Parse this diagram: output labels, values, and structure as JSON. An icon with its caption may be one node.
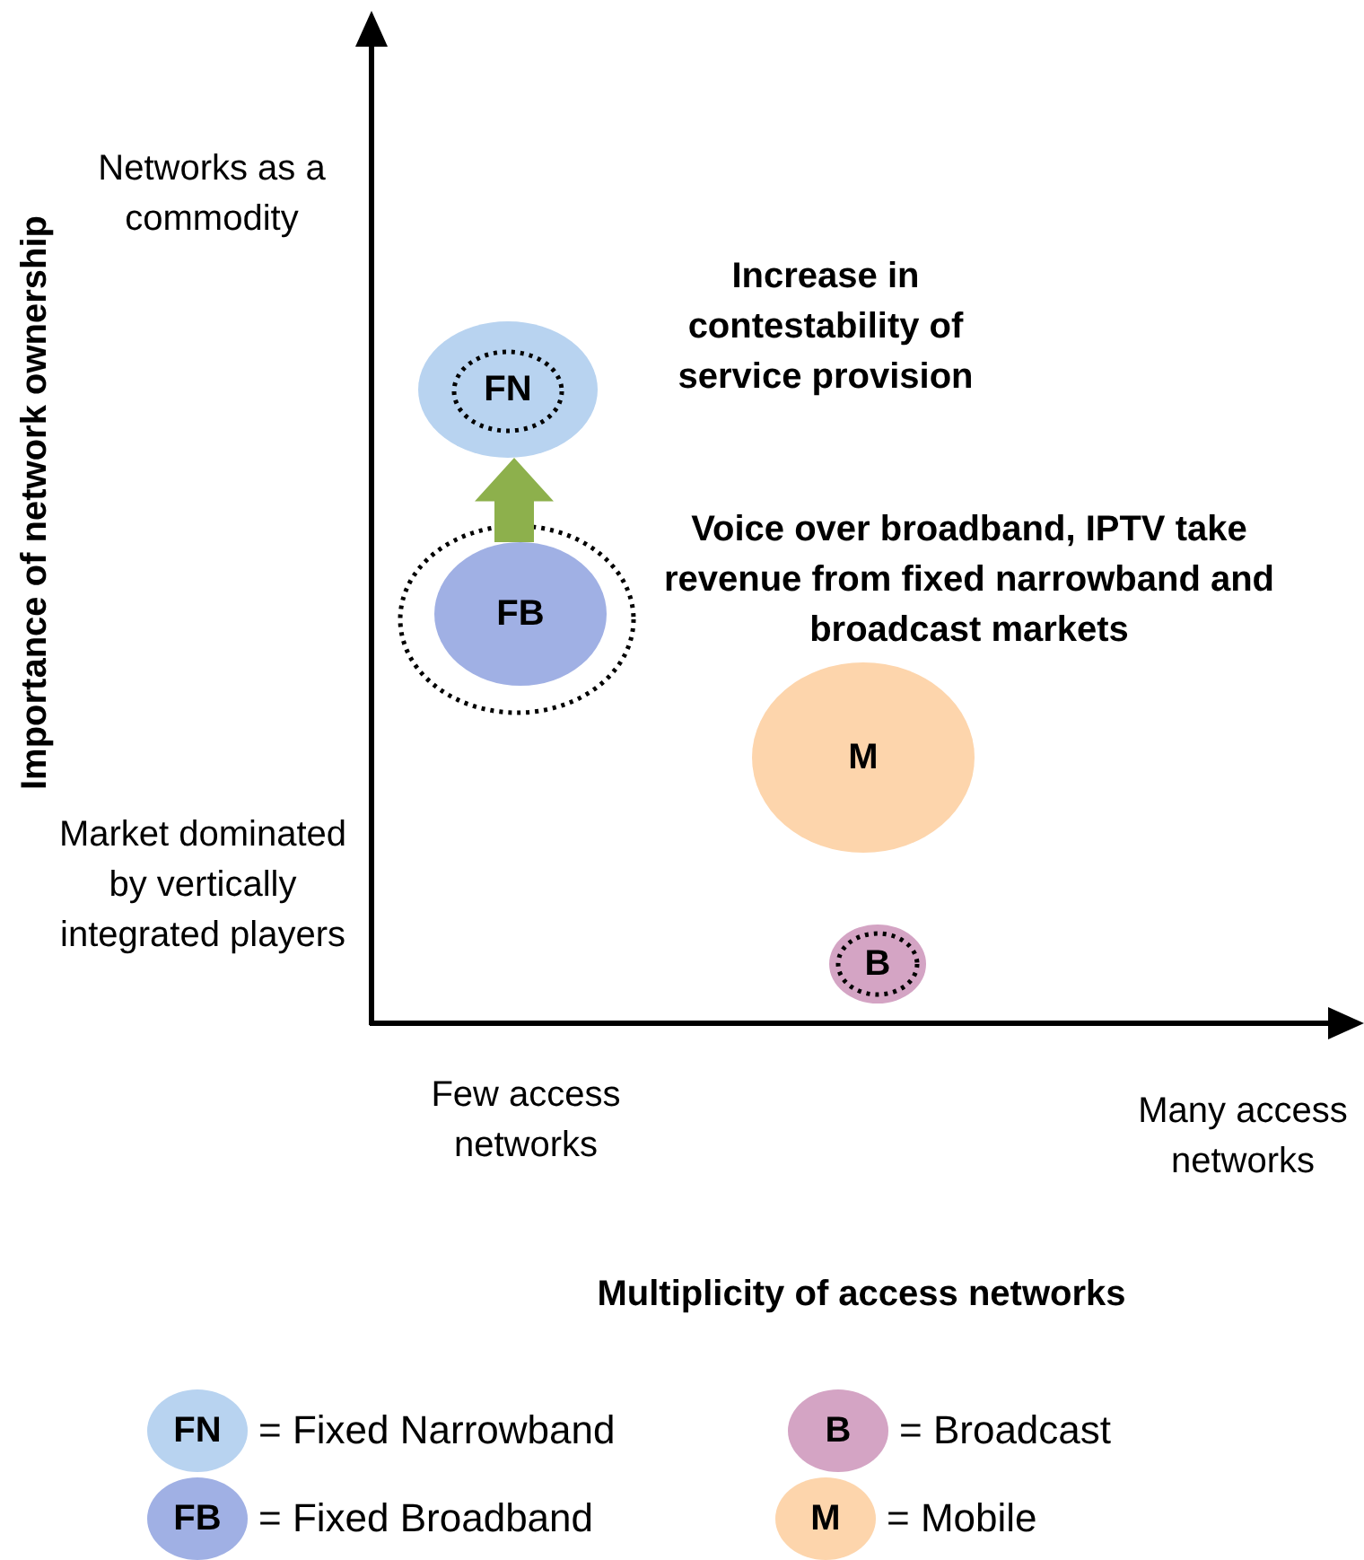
{
  "diagram": {
    "nodes": [
      {
        "text": [
          "FN"
        ]
      },
      {
        "text": [
          "FB"
        ]
      },
      {
        "text": [
          "M"
        ]
      },
      {
        "text": [
          "B"
        ]
      }
    ],
    "edges": [
      {
        "from": 1,
        "to": 0,
        "arrow": "to",
        "style": "thick",
        "color": "#8db04c"
      }
    ],
    "labels": [
      "Networks as a commodity",
      "Market dominated by vertically integrated players",
      "Importance of network ownership",
      "Increase in contestability of service provision",
      "Voice over broadband, IPTV take revenue from fixed narrowband and broadcast markets",
      "Few access networks",
      "Many access networks",
      "Multiplicity of access networks",
      "FN",
      "B",
      "FB",
      "M"
    ],
    "legend": [
      {
        "text": "= Fixed Narrowband",
        "color": "#b8d3f0"
      },
      {
        "text": "= Broadcast",
        "color": "#d4a4c4"
      },
      {
        "text": "= Fixed Broadband",
        "color": "#a0b0e4"
      },
      {
        "text": "= Mobile",
        "color": "#fdd5ac"
      }
    ]
  }
}
